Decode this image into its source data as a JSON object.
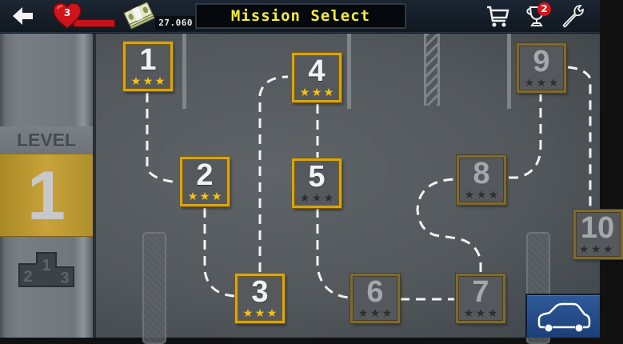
{
  "topbar": {
    "back_icon": "arrow-left-icon",
    "health": {
      "icon": "heart-icon",
      "count": "3",
      "bar_color": "#c8121a"
    },
    "money": {
      "icon": "cash-stack-icon",
      "value": "27.060"
    },
    "title": "Mission Select",
    "title_color": "#f5ec3a",
    "shop_icon": "cart-icon",
    "trophy": {
      "icon": "trophy-icon",
      "badge": "2"
    },
    "settings_icon": "wrench-icon"
  },
  "sidebar": {
    "label": "LEVEL",
    "level": "1",
    "podium_icon": "podium-icon",
    "podium_places": [
      "2",
      "1",
      "3"
    ],
    "accent": "#c8a23a"
  },
  "missions": [
    {
      "number": "1",
      "stars": 3,
      "unlocked": true
    },
    {
      "number": "2",
      "stars": 3,
      "unlocked": true
    },
    {
      "number": "3",
      "stars": 3,
      "unlocked": true
    },
    {
      "number": "4",
      "stars": 3,
      "unlocked": true
    },
    {
      "number": "5",
      "stars": 0,
      "unlocked": true
    },
    {
      "number": "6",
      "stars": 0,
      "unlocked": false
    },
    {
      "number": "7",
      "stars": 0,
      "unlocked": false
    },
    {
      "number": "8",
      "stars": 0,
      "unlocked": false
    },
    {
      "number": "9",
      "stars": 0,
      "unlocked": false
    },
    {
      "number": "10",
      "stars": 0,
      "unlocked": false
    }
  ],
  "garage_button": {
    "icon": "car-icon"
  },
  "colors": {
    "gold_frame": "#d6a516",
    "star_on": "#f2c21a",
    "star_off": "#2c2f32",
    "garage_blue": "#1b3f78"
  }
}
